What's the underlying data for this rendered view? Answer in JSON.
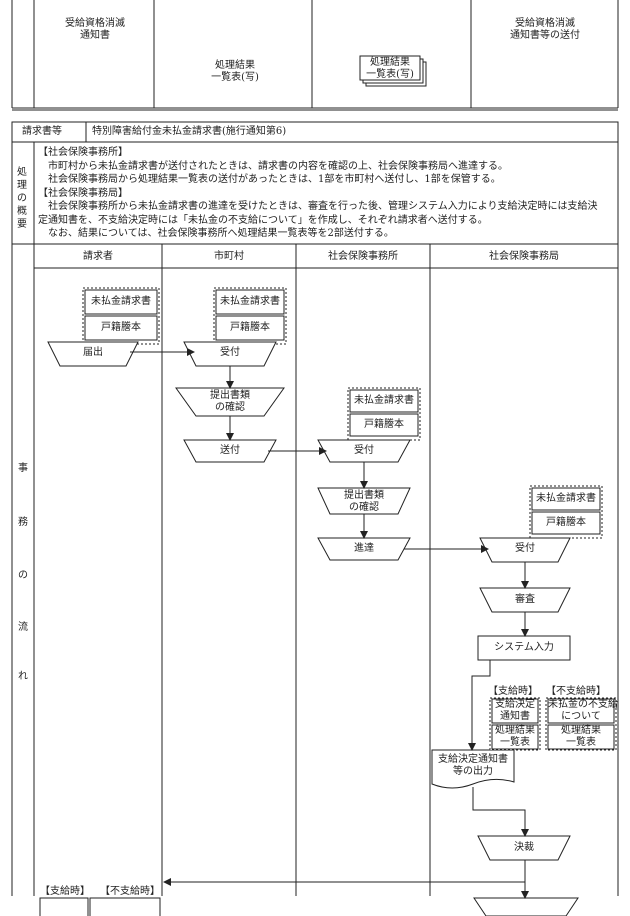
{
  "top_section": {
    "col1_label": "受給資格消滅\n通知書",
    "col2_label": "処理結果\n一覧表(写)",
    "col3_doc": "処理結果\n一覧表(写)",
    "col4_label": "受給資格消滅\n通知書等の送付"
  },
  "header": {
    "label": "請求書等",
    "value": "特別障害給付金未払金請求書(施行通知第6)"
  },
  "summary": {
    "side_label": "処理の概要",
    "lines": [
      "【社会保険事務所】",
      "　市町村から未払金請求書が送付されたときは、請求書の内容を確認の上、社会保険事務局へ進達する。",
      "　社会保険事務局から処理結果一覧表の送付があったときは、1部を市町村へ送付し、1部を保管する。",
      "【社会保険事務局】",
      "　社会保険事務所から未払金請求書の進達を受けたときは、審査を行った後、管理システム入力により支給決定時には支給決",
      "定通知書を、不支給決定時には「未払金の不支給について」を作成し、それぞれ請求者へ送付する。",
      "　なお、結果については、社会保険事務所へ処理結果一覧表等を2部送付する。"
    ]
  },
  "flow": {
    "side_label": "事務の流れ",
    "columns": [
      "請求者",
      "市町村",
      "社会保険事務所",
      "社会保険事務局"
    ],
    "docs": {
      "claim": "未払金請求書",
      "koseki": "戸籍謄本"
    },
    "steps": {
      "todokede": "届出",
      "uketsuke": "受付",
      "kakunin": "提出書類\nの確認",
      "soufu": "送付",
      "shintatsu": "進達",
      "shinsa": "審査",
      "system": "システム入力",
      "output": "支給決定通知書\n等の出力",
      "kessai": "決裁"
    },
    "payment": "【支給時】",
    "nonpayment": "【不支給時】",
    "pay_docs": [
      "支給決定\n通知書",
      "処理結果\n一覧表"
    ],
    "nonpay_docs": [
      "未払金の不支給\nについて",
      "処理結果\n一覧表"
    ]
  }
}
